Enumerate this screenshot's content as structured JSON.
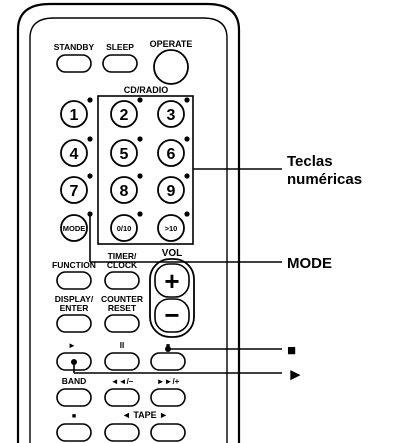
{
  "remote": {
    "standby": "STANDBY",
    "sleep": "SLEEP",
    "operate": "OPERATE",
    "group_label": "CD/RADIO",
    "num_keys": [
      "1",
      "2",
      "3",
      "4",
      "5",
      "6",
      "7",
      "8",
      "9"
    ],
    "mode": "MODE",
    "zero": "0/10",
    "gt10": ">10",
    "function": "FUNCTION",
    "timer_clock_1": "TIMER/",
    "timer_clock_2": "CLOCK",
    "display_enter_1": "DISPLAY/",
    "display_enter_2": "ENTER",
    "counter_reset_1": "COUNTER",
    "counter_reset_2": "RESET",
    "vol": "VOL",
    "vol_plus": "+",
    "vol_minus": "−",
    "play_symbol": "►",
    "pause_symbol": "II",
    "stop_symbol": "■",
    "band": "BAND",
    "rew_symbol": "◄◄/–",
    "ff_symbol": "►►/+",
    "tape_label": "◄ TAPE ►"
  },
  "callouts": {
    "numeric_line1": "Teclas",
    "numeric_line2": "numéricas",
    "mode": "MODE",
    "stop": "■",
    "play": "►"
  }
}
